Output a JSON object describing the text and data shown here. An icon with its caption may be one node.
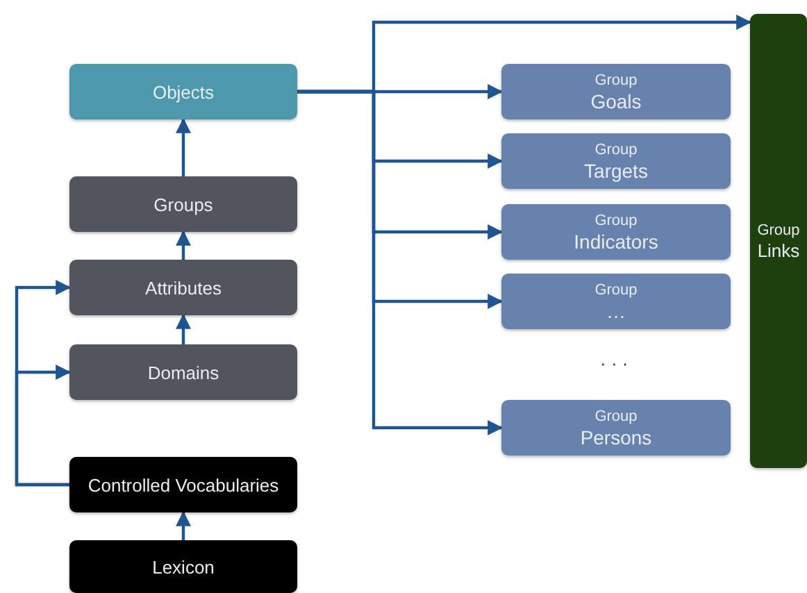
{
  "diagram": {
    "nodes": [
      {
        "text": [
          "Objects"
        ]
      },
      {
        "text": [
          "Groups"
        ]
      },
      {
        "text": [
          "Attributes"
        ]
      },
      {
        "text": [
          "Domains"
        ]
      },
      {
        "text": [
          "Controlled Vocabularies"
        ]
      },
      {
        "text": [
          "Lexicon"
        ]
      },
      {
        "text": [
          "Group",
          "Goals"
        ]
      },
      {
        "text": [
          "Group",
          "Targets"
        ]
      },
      {
        "text": [
          "Group",
          "Indicators"
        ]
      },
      {
        "text": [
          "Group",
          "…"
        ]
      },
      {
        "text": [
          "Group",
          "Persons"
        ]
      },
      {
        "text": [
          "Group",
          "Links"
        ]
      }
    ],
    "edges": [
      {
        "from": 1,
        "to": 0,
        "arrow": "to"
      },
      {
        "from": 2,
        "to": 1,
        "arrow": "to"
      },
      {
        "from": 3,
        "to": 2,
        "arrow": "to"
      },
      {
        "from": 5,
        "to": 4,
        "arrow": "to"
      },
      {
        "from": 4,
        "to": 2,
        "arrow": "to"
      },
      {
        "from": 4,
        "to": 3,
        "arrow": "to"
      },
      {
        "from": 0,
        "to": 11,
        "arrow": "to"
      },
      {
        "from": 0,
        "to": 6,
        "arrow": "to"
      },
      {
        "from": 0,
        "to": 7,
        "arrow": "to"
      },
      {
        "from": 0,
        "to": 8,
        "arrow": "to"
      },
      {
        "from": 0,
        "to": 9,
        "arrow": "to"
      },
      {
        "from": 0,
        "to": 10,
        "arrow": "to"
      }
    ],
    "labels": [
      "· · ·"
    ]
  }
}
